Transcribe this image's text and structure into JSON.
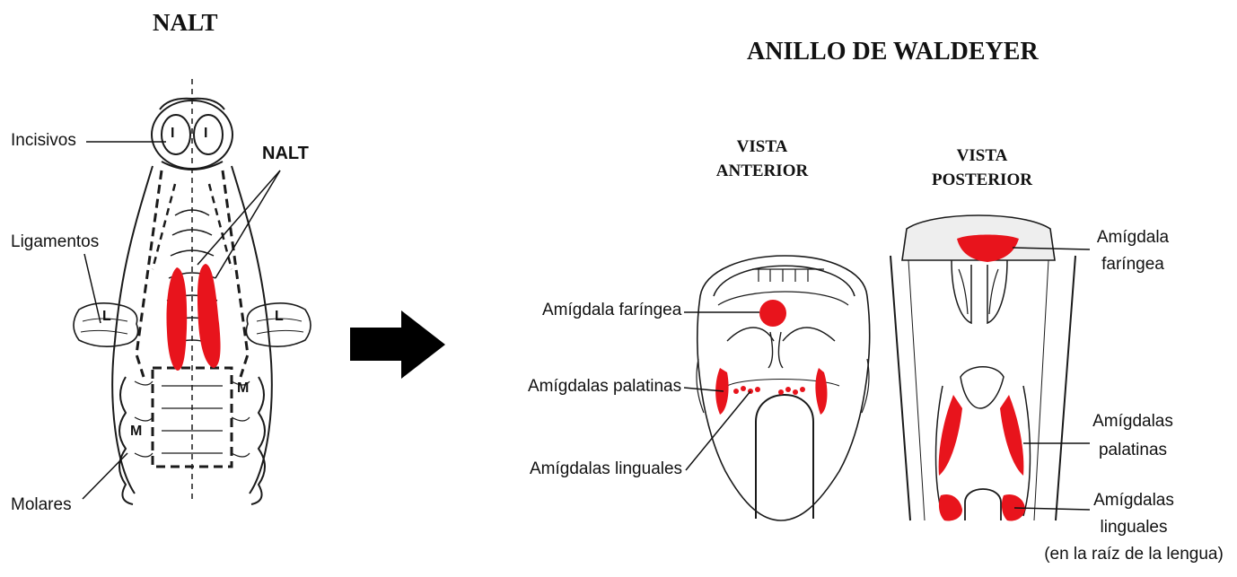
{
  "left_panel": {
    "title": "NALT",
    "labels": {
      "incisivos": "Incisivos",
      "ligamentos": "Ligamentos",
      "molares": "Molares",
      "nalt": "NALT"
    },
    "glyphs": {
      "incisor": "I",
      "ligament": "L",
      "molar": "M"
    }
  },
  "right_panel": {
    "title": "ANILLO DE WALDEYER",
    "anterior": {
      "heading_line1": "VISTA",
      "heading_line2": "ANTERIOR",
      "labels": {
        "faringea": "Amígdala faríngea",
        "palatinas": "Amígdalas palatinas",
        "linguales": "Amígdalas linguales"
      }
    },
    "posterior": {
      "heading_line1": "VISTA",
      "heading_line2": "POSTERIOR",
      "labels": {
        "faringea_line1": "Amígdala",
        "faringea_line2": "faríngea",
        "palatinas_line1": "Amígdalas",
        "palatinas_line2": "palatinas",
        "linguales_line1": "Amígdalas",
        "linguales_line2": "linguales",
        "linguales_line3": "(en la raíz de la lengua)"
      }
    }
  },
  "colors": {
    "highlight": "#e8141c",
    "ink": "#1a1a1a",
    "arrow": "#000000"
  }
}
